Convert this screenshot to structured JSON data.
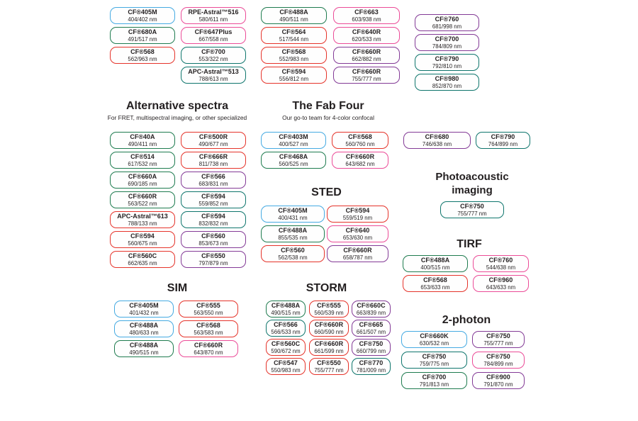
{
  "colors": {
    "blue": "#45aae2",
    "green": "#1e7b4f",
    "teal": "#0e756c",
    "red": "#e5332a",
    "pink": "#eb4b97",
    "purple": "#833a96"
  },
  "top": {
    "columns": [
      [
        {
          "label": "CF®405M",
          "value": "404/402 nm",
          "color": "blue"
        },
        {
          "label": "CF®680A",
          "value": "491/517 nm",
          "color": "green"
        },
        {
          "label": "CF®568",
          "value": "562/963 nm",
          "color": "red"
        }
      ],
      [
        {
          "label": "RPE-Astral™516",
          "value": "580/611 nm",
          "color": "pink"
        },
        {
          "label": "CF®647Plus",
          "value": "667/558 nm",
          "color": "pink"
        },
        {
          "label": "CF®700",
          "value": "553/322 nm",
          "color": "teal"
        },
        {
          "label": "APC-Astral™513",
          "value": "788/613 nm",
          "color": "teal"
        }
      ],
      [
        {
          "label": "CF®488A",
          "value": "490/511 nm",
          "color": "green"
        },
        {
          "label": "CF®564",
          "value": "517/544 nm",
          "color": "red"
        },
        {
          "label": "CF®568",
          "value": "552/983 nm",
          "color": "red"
        },
        {
          "label": "CF®594",
          "value": "556/812 nm",
          "color": "red"
        }
      ],
      [
        {
          "label": "CF®663",
          "value": "603/938 nm",
          "color": "pink"
        },
        {
          "label": "CF®640R",
          "value": "620/533 nm",
          "color": "pink"
        },
        {
          "label": "CF®660R",
          "value": "662/882 nm",
          "color": "purple"
        },
        {
          "label": "CF®660R",
          "value": "755/777 nm",
          "color": "purple"
        }
      ],
      [
        {
          "label": "CF®760",
          "value": "681/998 nm",
          "color": "purple"
        },
        {
          "label": "CF®700",
          "value": "784/809 nm",
          "color": "purple"
        },
        {
          "label": "CF®790",
          "value": "792/810 nm",
          "color": "teal"
        },
        {
          "label": "CF®980",
          "value": "852/870 nm",
          "color": "teal"
        }
      ]
    ]
  },
  "alternative_spectra": {
    "title": "Alternative spectra",
    "subtitle": "For FRET, multispectral imaging, or other specialized",
    "columns": [
      [
        {
          "label": "CF®40A",
          "value": "490/411 nm",
          "color": "green"
        },
        {
          "label": "CF®514",
          "value": "617/532 nm",
          "color": "green"
        },
        {
          "label": "CF®660A",
          "value": "690/185 nm",
          "color": "green"
        },
        {
          "label": "CF®660R",
          "value": "563/522 nm",
          "color": "green"
        },
        {
          "label": "APC-Astral™613",
          "value": "788/133 nm",
          "color": "red"
        },
        {
          "label": "CF®594",
          "value": "560/675 nm",
          "color": "red"
        },
        {
          "label": "CF®560C",
          "value": "662/635 nm",
          "color": "red"
        }
      ],
      [
        {
          "label": "CF®500R",
          "value": "490/677 nm",
          "color": "red"
        },
        {
          "label": "CF®666R",
          "value": "811/738 nm",
          "color": "red"
        },
        {
          "label": "CF®566",
          "value": "683/831 nm",
          "color": "purple"
        },
        {
          "label": "CF®594",
          "value": "559/852 nm",
          "color": "teal"
        },
        {
          "label": "CF®594",
          "value": "832/832 nm",
          "color": "teal"
        },
        {
          "label": "CF®560",
          "value": "853/673 nm",
          "color": "purple"
        },
        {
          "label": "CF®550",
          "value": "797/879 nm",
          "color": "purple"
        }
      ]
    ]
  },
  "fab_four": {
    "title": "The Fab Four",
    "subtitle": "Our go-to team for 4-color confocal",
    "columns": [
      [
        {
          "label": "CF®403M",
          "value": "400/527 nm",
          "color": "blue"
        },
        {
          "label": "CF®468A",
          "value": "560/525 nm",
          "color": "green"
        }
      ],
      [
        {
          "label": "CF®568",
          "value": "560/760 nm",
          "color": "red"
        },
        {
          "label": "CF®660R",
          "value": "643/682 nm",
          "color": "pink"
        }
      ]
    ]
  },
  "nir_pair": {
    "columns": [
      [
        {
          "label": "CF®680",
          "value": "746/638 nm",
          "color": "purple"
        }
      ],
      [
        {
          "label": "CF®790",
          "value": "764/899 nm",
          "color": "teal"
        }
      ]
    ]
  },
  "sted": {
    "title": "STED",
    "columns": [
      [
        {
          "label": "CF®405M",
          "value": "400/431 nm",
          "color": "blue"
        },
        {
          "label": "CF®488A",
          "value": "855/535 nm",
          "color": "green"
        },
        {
          "label": "CF®560",
          "value": "562/538 nm",
          "color": "red"
        }
      ],
      [
        {
          "label": "CF®594",
          "value": "559/519 nm",
          "color": "red"
        },
        {
          "label": "CF®640",
          "value": "653/630 nm",
          "color": "pink"
        },
        {
          "label": "CF®660R",
          "value": "658/787 nm",
          "color": "purple"
        }
      ]
    ]
  },
  "photoacoustic": {
    "title": "Photoacoustic imaging",
    "columns": [
      [
        {
          "label": "CF®750",
          "value": "755/777 nm",
          "color": "teal"
        }
      ]
    ]
  },
  "tirf": {
    "title": "TIRF",
    "columns": [
      [
        {
          "label": "CF®488A",
          "value": "400/515 nm",
          "color": "green"
        },
        {
          "label": "CF®568",
          "value": "653/633 nm",
          "color": "red"
        }
      ],
      [
        {
          "label": "CF®760",
          "value": "544/638 nm",
          "color": "pink"
        },
        {
          "label": "CF®960",
          "value": "643/633 nm",
          "color": "pink"
        }
      ]
    ]
  },
  "sim": {
    "title": "SIM",
    "columns": [
      [
        {
          "label": "CF®405M",
          "value": "401/432 nm",
          "color": "blue"
        },
        {
          "label": "CF®488A",
          "value": "480/633 nm",
          "color": "blue"
        },
        {
          "label": "CF®488A",
          "value": "490/515 nm",
          "color": "green"
        }
      ],
      [
        {
          "label": "CF®555",
          "value": "563/550 nm",
          "color": "red"
        },
        {
          "label": "CF®568",
          "value": "563/583 nm",
          "color": "red"
        },
        {
          "label": "CF®660R",
          "value": "643/870 nm",
          "color": "pink"
        }
      ]
    ]
  },
  "storm": {
    "title": "STORM",
    "columns": [
      [
        {
          "label": "CF®488A",
          "value": "490/515 nm",
          "color": "green"
        },
        {
          "label": "CF®566",
          "value": "566/533 nm",
          "color": "teal"
        },
        {
          "label": "CF®560C",
          "value": "590/672 nm",
          "color": "red"
        },
        {
          "label": "CF®547",
          "value": "550/983 nm",
          "color": "red"
        }
      ],
      [
        {
          "label": "CF®555",
          "value": "560/539 nm",
          "color": "red"
        },
        {
          "label": "CF®660R",
          "value": "660/590 nm",
          "color": "red"
        },
        {
          "label": "CF®660R",
          "value": "661/599 nm",
          "color": "red"
        },
        {
          "label": "CF®550",
          "value": "755/777 nm",
          "color": "red"
        }
      ],
      [
        {
          "label": "CF®660C",
          "value": "663/839 nm",
          "color": "purple"
        },
        {
          "label": "CF®665",
          "value": "661/507 nm",
          "color": "purple"
        },
        {
          "label": "CF®750",
          "value": "660/799 nm",
          "color": "purple"
        },
        {
          "label": "CF®770",
          "value": "781/009 nm",
          "color": "teal"
        }
      ]
    ]
  },
  "two_photon": {
    "title": "2-photon",
    "columns": [
      [
        {
          "label": "CF®660K",
          "value": "630/532 nm",
          "color": "blue"
        },
        {
          "label": "CF®750",
          "value": "759/775 nm",
          "color": "teal"
        },
        {
          "label": "CF®700",
          "value": "791/813 nm",
          "color": "green"
        }
      ],
      [
        {
          "label": "CF®750",
          "value": "755/777 nm",
          "color": "purple"
        },
        {
          "label": "CF®750",
          "value": "784/899 nm",
          "color": "pink"
        },
        {
          "label": "CF®900",
          "value": "791/870 nm",
          "color": "purple"
        }
      ]
    ]
  }
}
